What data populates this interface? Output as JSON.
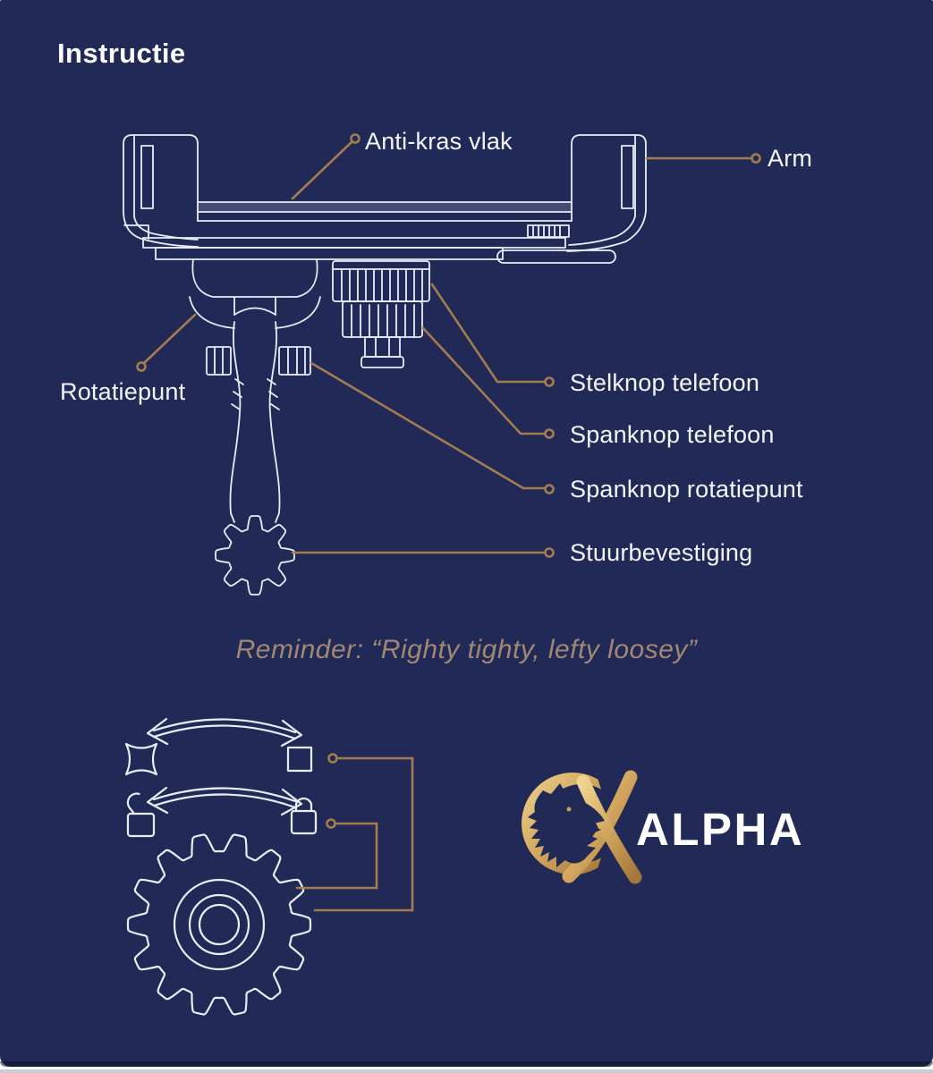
{
  "page": {
    "title": "Instructie"
  },
  "callouts": [
    {
      "id": "anti-kras-vlak",
      "text": "Anti-kras vlak"
    },
    {
      "id": "arm",
      "text": "Arm"
    },
    {
      "id": "rotatiepunt",
      "text": "Rotatiepunt"
    },
    {
      "id": "stelknop-telefoon",
      "text": "Stelknop telefoon"
    },
    {
      "id": "spanknop-telefoon",
      "text": "Spanknop telefoon"
    },
    {
      "id": "spanknop-rotatiepunt",
      "text": "Spanknop rotatiepunt"
    },
    {
      "id": "stuurbevestiging",
      "text": "Stuurbevestiging"
    }
  ],
  "reminder": {
    "text": "Reminder: “Righty tighty, lefty loosey”"
  },
  "brand": {
    "name": "ALPHA",
    "mark": "alpha-wolf-icon"
  },
  "icons": {
    "legend_row1_left": "pinched-square-icon",
    "legend_row1_right": "square-icon",
    "legend_row2_left": "unlock-icon",
    "legend_row2_right": "lock-icon",
    "legend_arrows": "curved-double-arrow-icon",
    "legend_gear": "gear-icon",
    "logo": "alpha-wolf-icon"
  },
  "colors": {
    "background": "#212a56",
    "line_white": "#e9edf7",
    "accent_gold": "#a57b50",
    "reminder_text": "#a28873",
    "logo_gold_light": "#eccf8f",
    "logo_gold_dark": "#a5763b",
    "brand_text": "#ffffff"
  }
}
